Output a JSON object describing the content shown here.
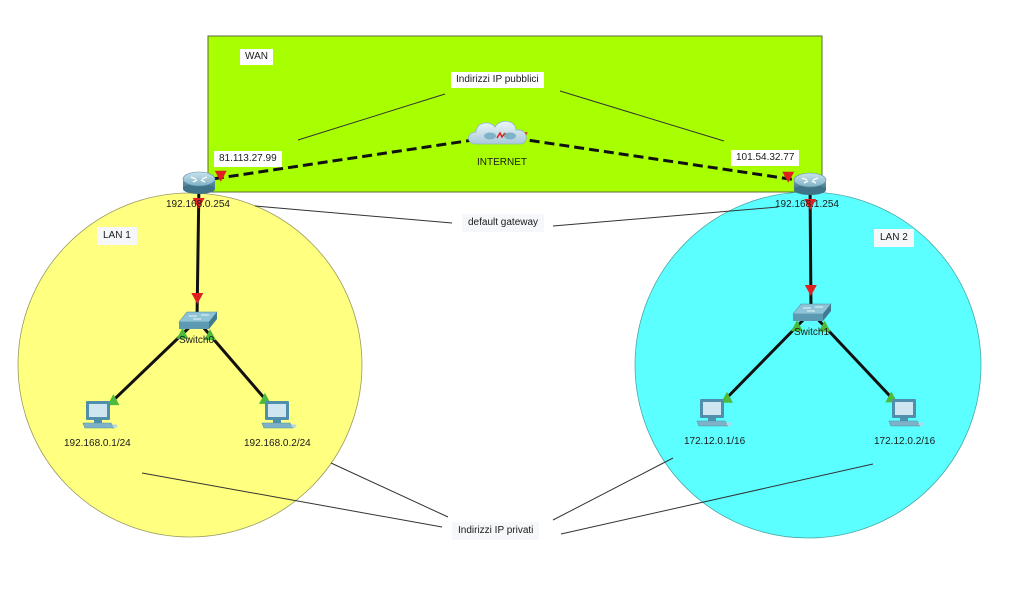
{
  "diagram": {
    "type": "network-topology",
    "zones": {
      "wan": {
        "label": "WAN",
        "color": "#a8ff00"
      },
      "lan1": {
        "label": "LAN 1",
        "color": "#ffff80"
      },
      "lan2": {
        "label": "LAN 2",
        "color": "#5cffff"
      }
    },
    "devices": {
      "internet": {
        "label": "INTERNET",
        "kind": "cloud-icon"
      },
      "router0": {
        "label": "192.168.0.254",
        "kind": "router-icon",
        "wan_ip": "81.113.27.99"
      },
      "router1": {
        "label": "192.168.1.254",
        "kind": "router-icon",
        "wan_ip": "101.54.32.77"
      },
      "switch0": {
        "label": "Switch0",
        "kind": "switch-icon"
      },
      "switch1": {
        "label": "Switch1",
        "kind": "switch-icon"
      },
      "pc0": {
        "label": "192.168.0.1/24",
        "kind": "pc-icon"
      },
      "pc1": {
        "label": "192.168.0.2/24",
        "kind": "pc-icon"
      },
      "pc2": {
        "label": "172.12.0.1/16",
        "kind": "pc-icon"
      },
      "pc3": {
        "label": "172.12.0.2/16",
        "kind": "pc-icon"
      }
    },
    "links": [
      {
        "from": "router0",
        "to": "internet",
        "style": "dashed",
        "status": "down"
      },
      {
        "from": "internet",
        "to": "router1",
        "style": "dashed",
        "status": "down"
      },
      {
        "from": "router0",
        "to": "switch0",
        "style": "solid",
        "status": "down"
      },
      {
        "from": "router1",
        "to": "switch1",
        "style": "solid",
        "status": "down"
      },
      {
        "from": "switch0",
        "to": "pc0",
        "style": "solid",
        "status": "up"
      },
      {
        "from": "switch0",
        "to": "pc1",
        "style": "solid",
        "status": "up"
      },
      {
        "from": "switch1",
        "to": "pc2",
        "style": "solid",
        "status": "up"
      },
      {
        "from": "switch1",
        "to": "pc3",
        "style": "solid",
        "status": "up"
      }
    ],
    "annotations": {
      "public_ips": "Indirizzi IP pubblici",
      "default_gateway": "default gateway",
      "private_ips": "Indirizzi IP privati"
    },
    "status_colors": {
      "down": "#e02020",
      "up": "#4cbb3c"
    }
  }
}
